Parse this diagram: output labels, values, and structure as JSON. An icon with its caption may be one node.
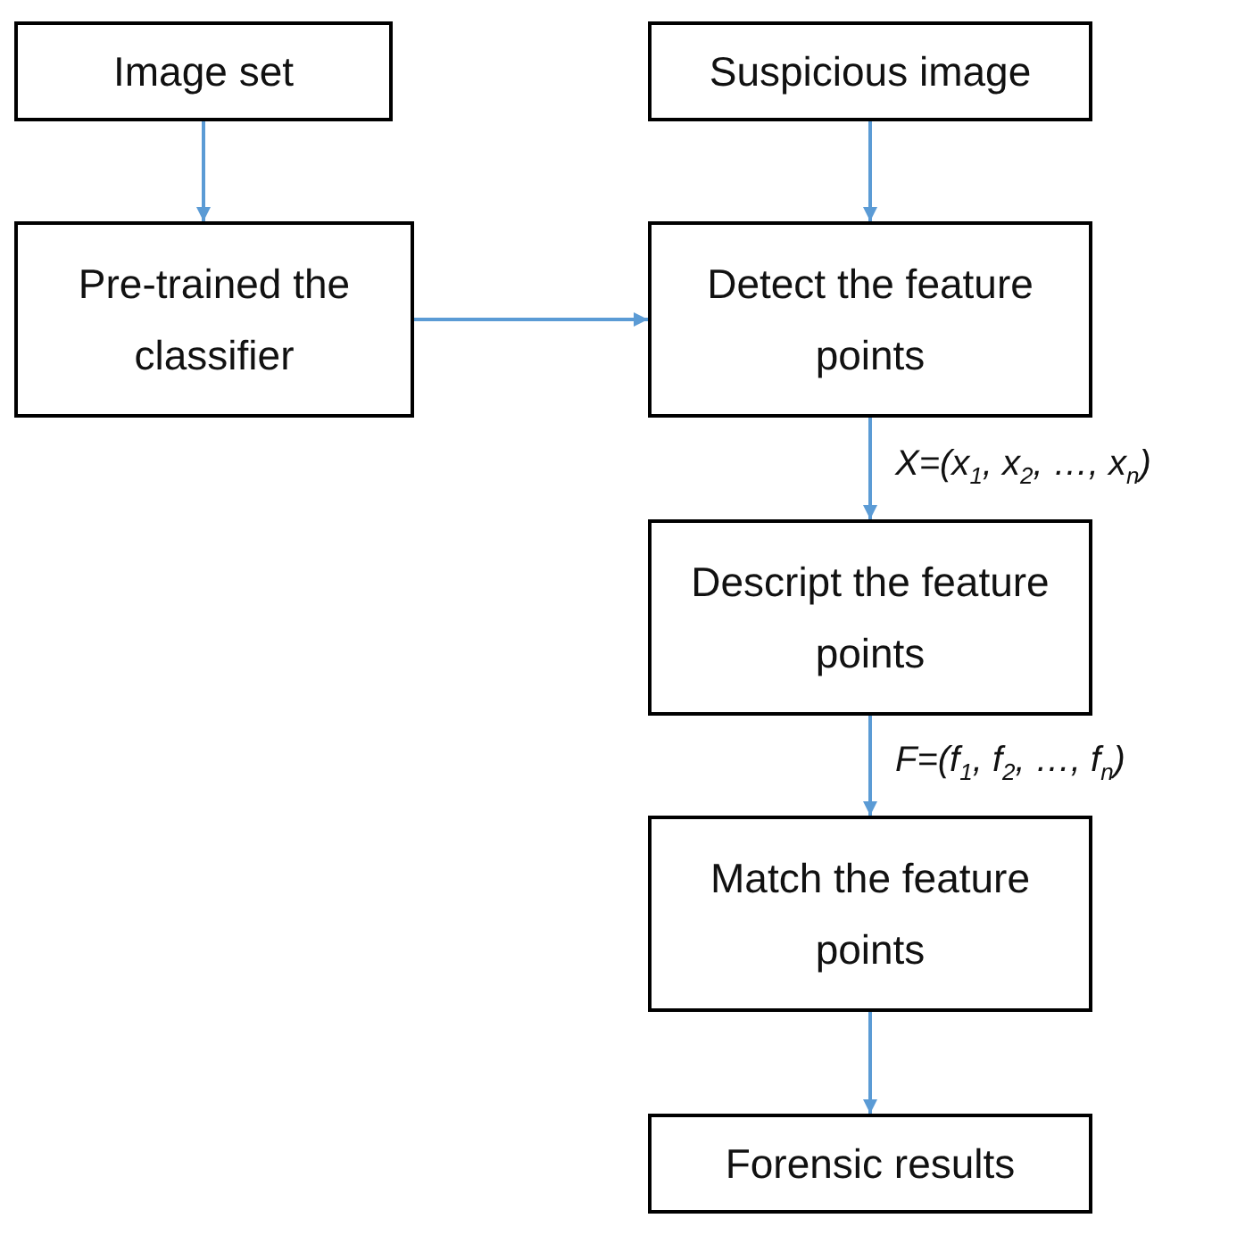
{
  "diagram": {
    "nodes": [
      {
        "text": [
          "Image set"
        ]
      },
      {
        "text": [
          "Suspicious image"
        ]
      },
      {
        "text": [
          "Pre-trained the classifier"
        ]
      },
      {
        "text": [
          "Detect the feature points"
        ]
      },
      {
        "text": [
          "Descript the feature points"
        ]
      },
      {
        "text": [
          "Match the feature points"
        ]
      },
      {
        "text": [
          "Forensic results"
        ]
      }
    ],
    "edges": [
      {
        "from": 0,
        "to": 2,
        "arrow": "to"
      },
      {
        "from": 1,
        "to": 3,
        "arrow": "to"
      },
      {
        "from": 2,
        "to": 3,
        "arrow": "to"
      },
      {
        "from": 3,
        "to": 4,
        "arrow": "to",
        "label": "X=(x$_{1}$, x$_{2}$, …, x$_{n}$)"
      },
      {
        "from": 4,
        "to": 5,
        "arrow": "to",
        "label": "F=(f$_{1}$, f$_{2}$, …, f$_{n}$)"
      },
      {
        "from": 5,
        "to": 6,
        "arrow": "to"
      }
    ]
  }
}
